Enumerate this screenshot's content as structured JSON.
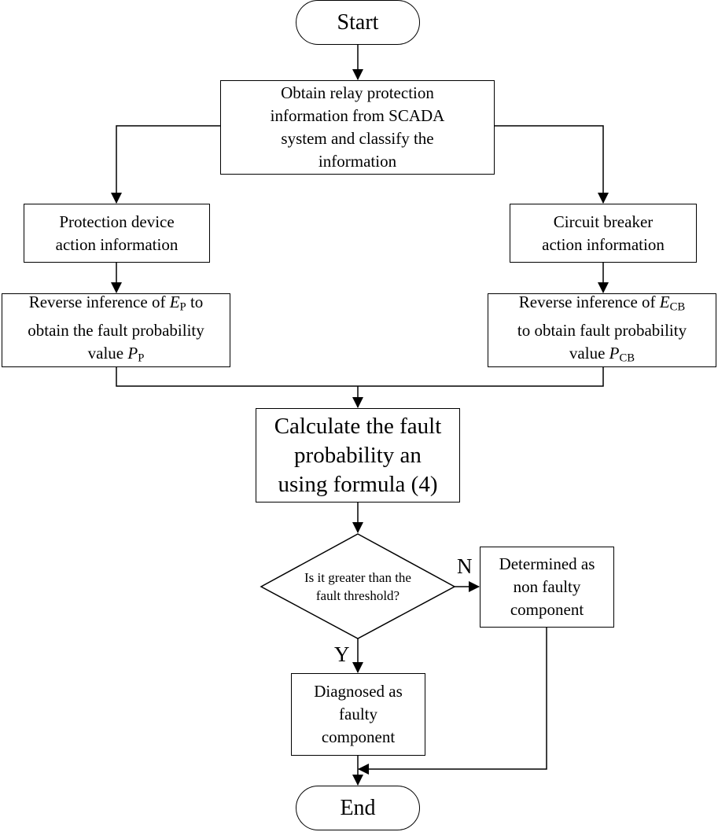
{
  "flowchart": {
    "start": "Start",
    "obtain": {
      "lines": [
        "Obtain relay protection",
        "information from SCADA",
        "system and classify the",
        "information"
      ]
    },
    "protection_info": {
      "lines": [
        "Protection device",
        "action information"
      ]
    },
    "breaker_info": {
      "lines": [
        "Circuit breaker",
        "action information"
      ]
    },
    "reverse_p": {
      "line1_prefix": "Reverse inference of ",
      "line1_var": "E",
      "line1_sub": "P",
      "line1_suffix": " to",
      "line2": "obtain the fault probability",
      "line3_prefix": "value ",
      "line3_var": "P",
      "line3_sub": "P"
    },
    "reverse_cb": {
      "line1_prefix": "Reverse inference of ",
      "line1_var": "E",
      "line1_sub": "CB",
      "line2": "to obtain fault probability",
      "line3_prefix": "value ",
      "line3_var": "P",
      "line3_sub": "CB"
    },
    "calculate": {
      "lines": [
        "Calculate the fault",
        "probability an",
        "using formula (4)"
      ]
    },
    "decision": {
      "lines": [
        "Is it greater than the",
        "fault threshold?"
      ]
    },
    "yes_label": "Y",
    "no_label": "N",
    "non_faulty": {
      "lines": [
        "Determined as",
        "non faulty",
        "component"
      ]
    },
    "faulty": {
      "lines": [
        "Diagnosed as",
        "faulty",
        "component"
      ]
    },
    "end": "End"
  }
}
